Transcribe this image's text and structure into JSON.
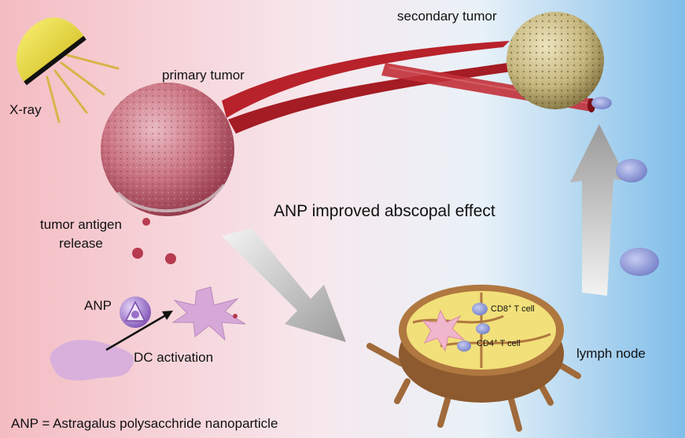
{
  "labels": {
    "xray": "X-ray",
    "primary_tumor": "primary tumor",
    "secondary_tumor": "secondary tumor",
    "tumor_antigen_line1": "tumor antigen",
    "tumor_antigen_line2": "release",
    "anp": "ANP",
    "dc_activation": "DC activation",
    "title": "ANP improved abscopal effect",
    "cd8_main": "CD8",
    "cd8_sup": "+",
    "cd8_tail": " T cell",
    "cd4_main": "CD4",
    "cd4_sup": "+",
    "cd4_tail": " T cell",
    "lymph_node": "lymph node",
    "footnote": "ANP = Astragalus polysacchride nanoparticle"
  },
  "colors": {
    "bg_left": "#f6c6cb",
    "bg_right": "#8fc6ec",
    "vessel": "#b8222a",
    "tumor_primary": "#c8707e",
    "tumor_secondary": "#c9bc8a",
    "xray_dome": "#f0e030",
    "anp_purple": "#9a70c8",
    "dc_pink": "#d6a8d8",
    "tcell": "#8a96d6",
    "lymph_outer": "#a06a3a",
    "lymph_inner": "#f2e07a"
  }
}
